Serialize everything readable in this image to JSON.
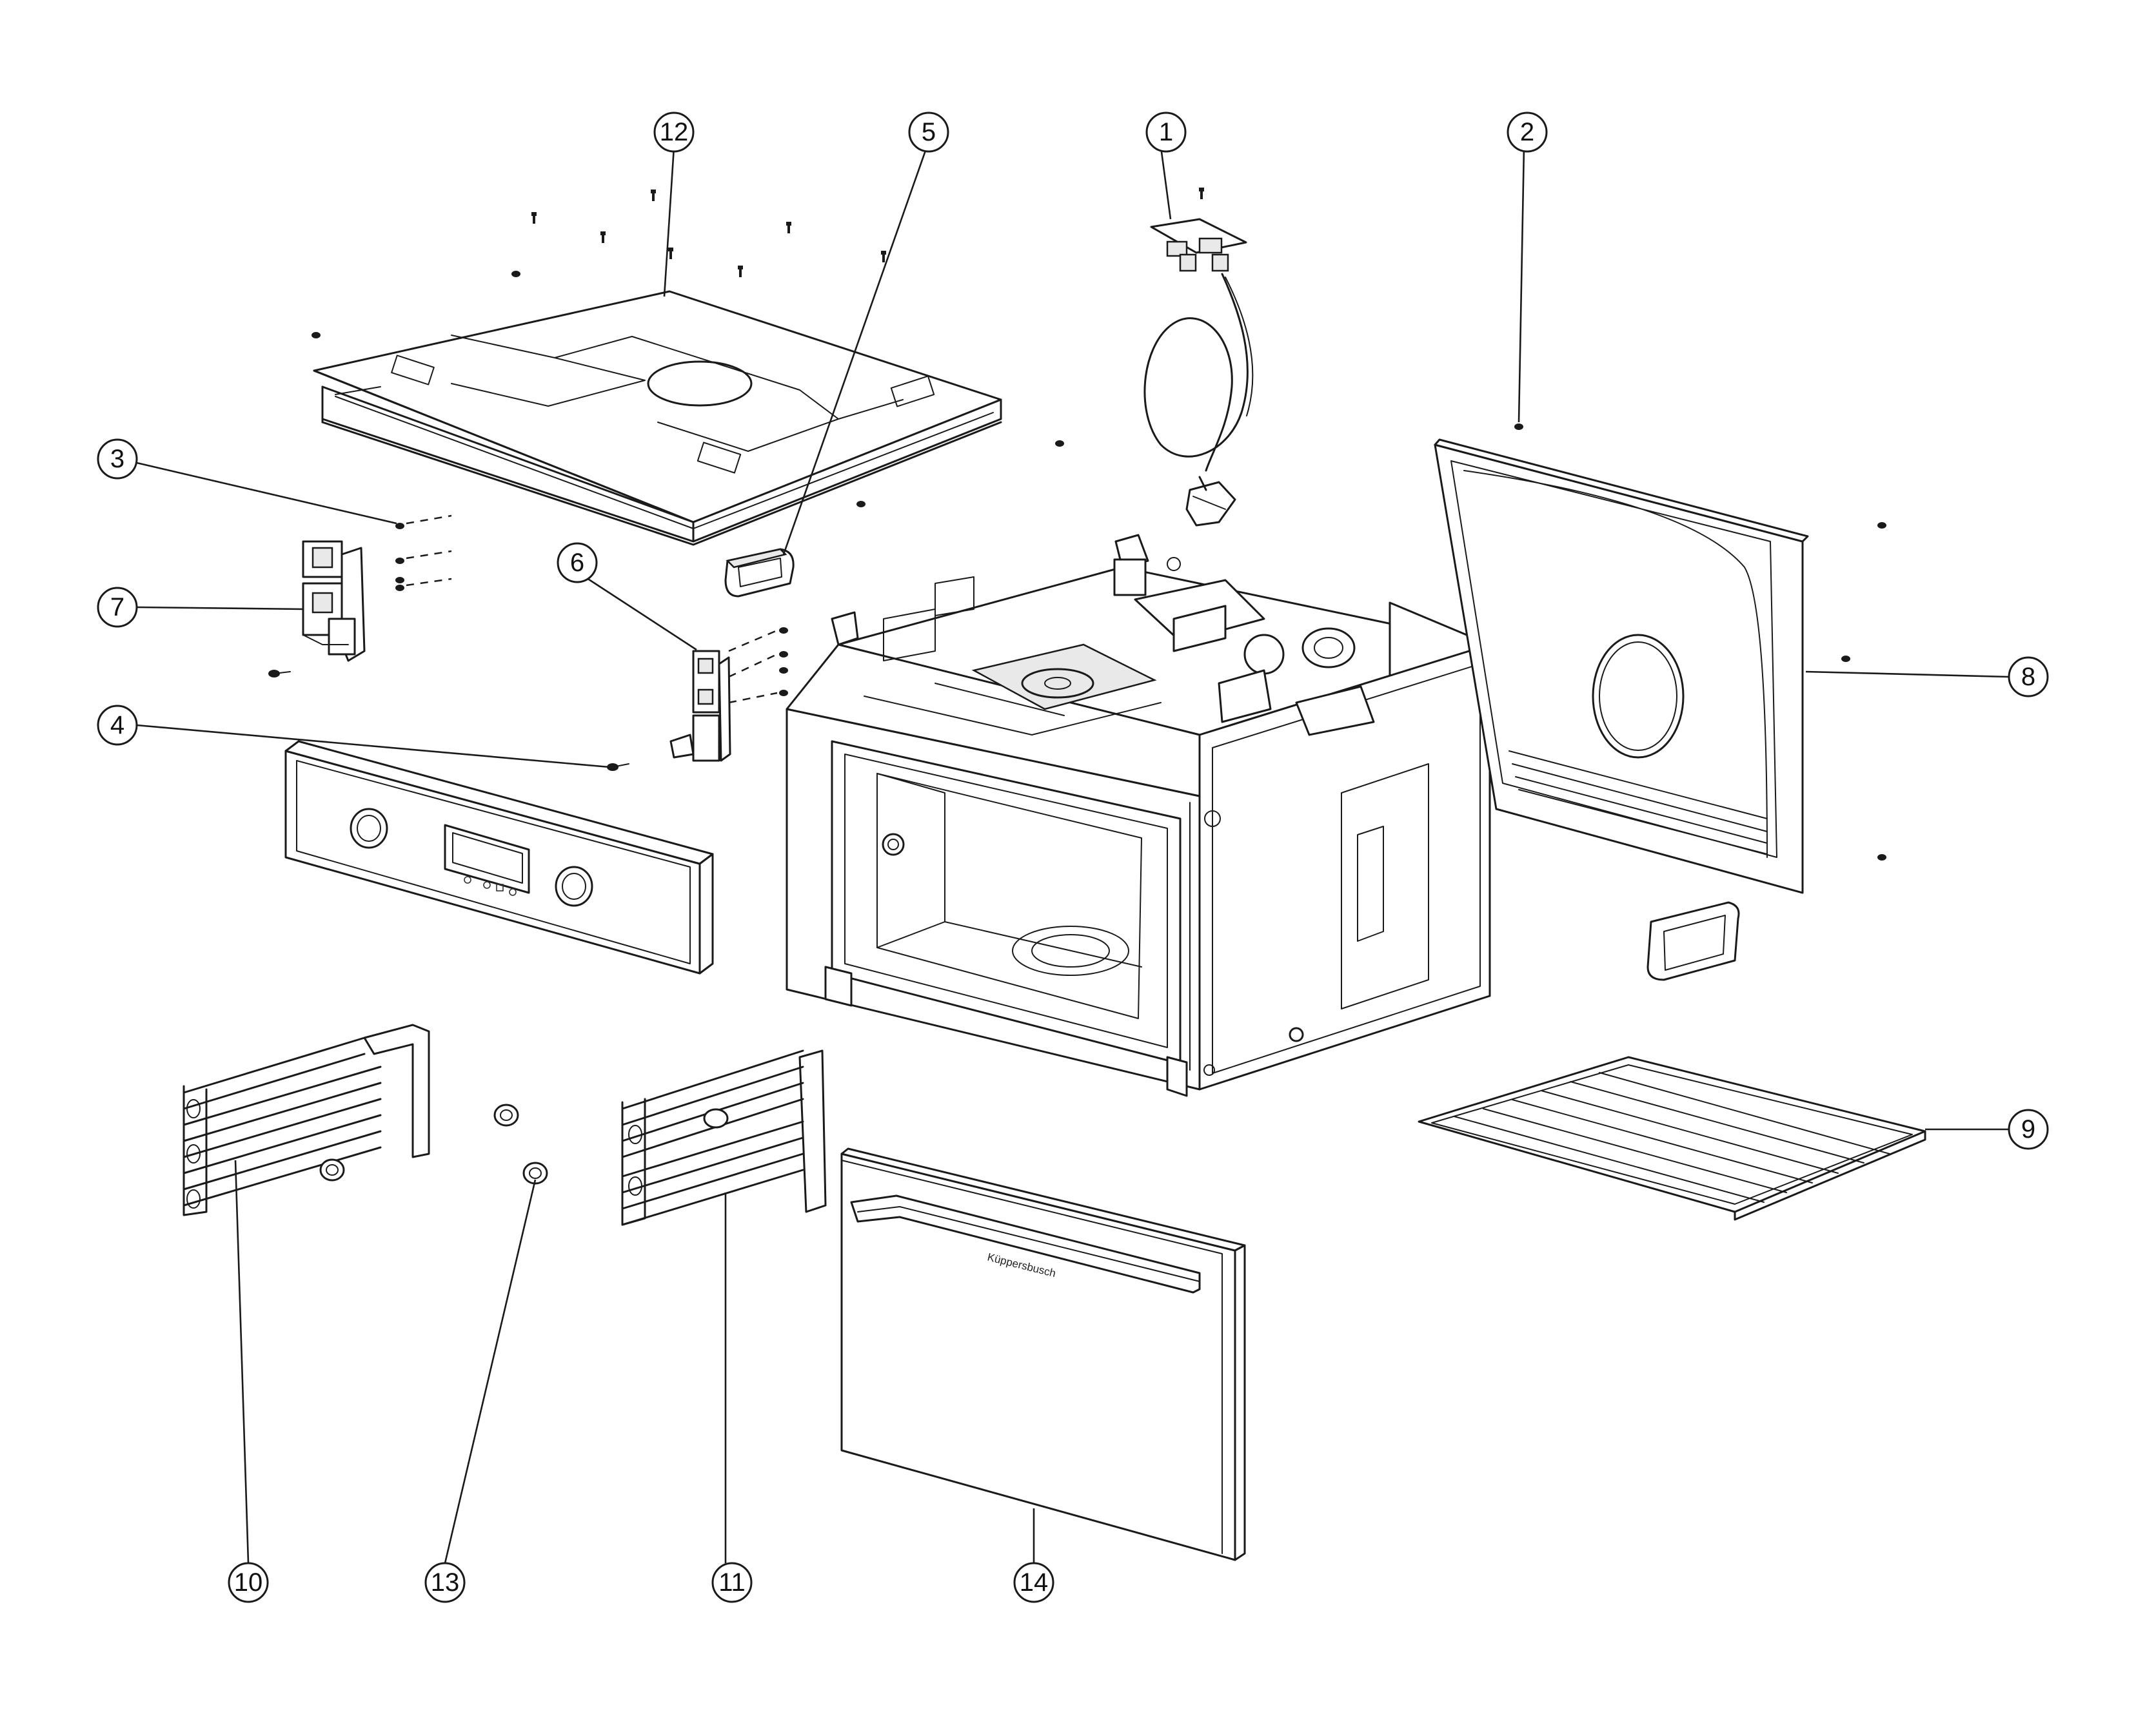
{
  "diagram": {
    "callouts": [
      {
        "label": "1"
      },
      {
        "label": "2"
      },
      {
        "label": "3"
      },
      {
        "label": "4"
      },
      {
        "label": "5"
      },
      {
        "label": "6"
      },
      {
        "label": "7"
      },
      {
        "label": "8"
      },
      {
        "label": "9"
      },
      {
        "label": "10"
      },
      {
        "label": "11"
      },
      {
        "label": "12"
      },
      {
        "label": "13"
      },
      {
        "label": "14"
      }
    ],
    "door_brand": "Küppersbusch"
  }
}
